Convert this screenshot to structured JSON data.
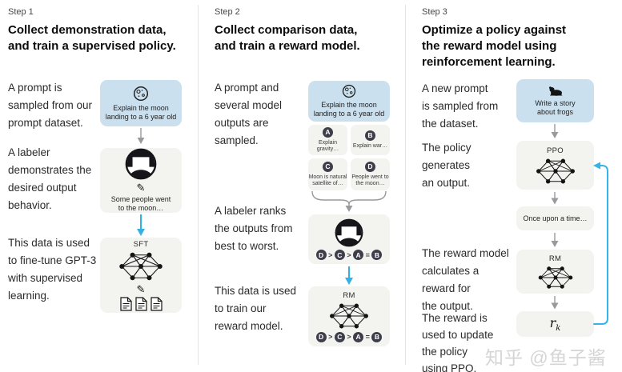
{
  "watermark": "知乎 @鱼子酱",
  "icons": {
    "pencil": "✎"
  },
  "colors": {
    "prompt_box_bg": "#cae0ee",
    "panel_box_bg": "#f3f3f0",
    "badge_bg": "#3e3e4a",
    "flow_arrow_blue": "#33b1e4",
    "flow_arrow_gray": "#9a9a9e",
    "title_text": "#0c0c0c",
    "body_text": "#2b2b2b"
  },
  "columns": [
    {
      "step": "Step 1",
      "title": "Collect demonstration data,\nand train a supervised policy.",
      "paragraphs": [
        "A prompt is\nsampled from our\nprompt dataset.",
        "A labeler\ndemonstrates the\ndesired output\nbehavior.",
        "This data is used\nto fine-tune GPT-3\nwith supervised\nlearning."
      ],
      "prompt_box": {
        "text": "Explain the moon\nlanding to a 6 year old"
      },
      "labeler_box": {
        "text": "Some people went\nto the moon…"
      },
      "model_box": {
        "label": "SFT"
      }
    },
    {
      "step": "Step 2",
      "title": "Collect comparison data,\nand train a reward model.",
      "paragraphs": [
        "A prompt and\nseveral model\noutputs are\nsampled.",
        "A labeler ranks\nthe outputs from\nbest to worst.",
        "This data is used\nto train our\nreward model."
      ],
      "prompt_box": {
        "text": "Explain the moon\nlanding to a 6 year old"
      },
      "cards": [
        {
          "label": "A",
          "text": "Explain gravity…"
        },
        {
          "label": "B",
          "text": "Explain war…"
        },
        {
          "label": "C",
          "text": "Moon is natural\nsatellite of…"
        },
        {
          "label": "D",
          "text": "People went to\nthe moon…"
        }
      ],
      "rank": [
        "D",
        ">",
        "C",
        ">",
        "A",
        "=",
        "B"
      ],
      "model_box": {
        "label": "RM"
      }
    },
    {
      "step": "Step 3",
      "title": "Optimize a policy against\nthe reward model using\nreinforcement learning.",
      "paragraphs": [
        "A new prompt\nis sampled from\nthe dataset.",
        "The policy\ngenerates\nan output.",
        "The reward model\ncalculates a\nreward for\nthe output.",
        "The reward is\nused to update\nthe policy\nusing PPO."
      ],
      "prompt_box": {
        "text": "Write a story\nabout frogs"
      },
      "ppo_box": {
        "label": "PPO"
      },
      "output_box": {
        "text": "Once upon a time…"
      },
      "rm_box": {
        "label": "RM"
      },
      "reward_box": {
        "var": "r",
        "sub": "k"
      }
    }
  ]
}
